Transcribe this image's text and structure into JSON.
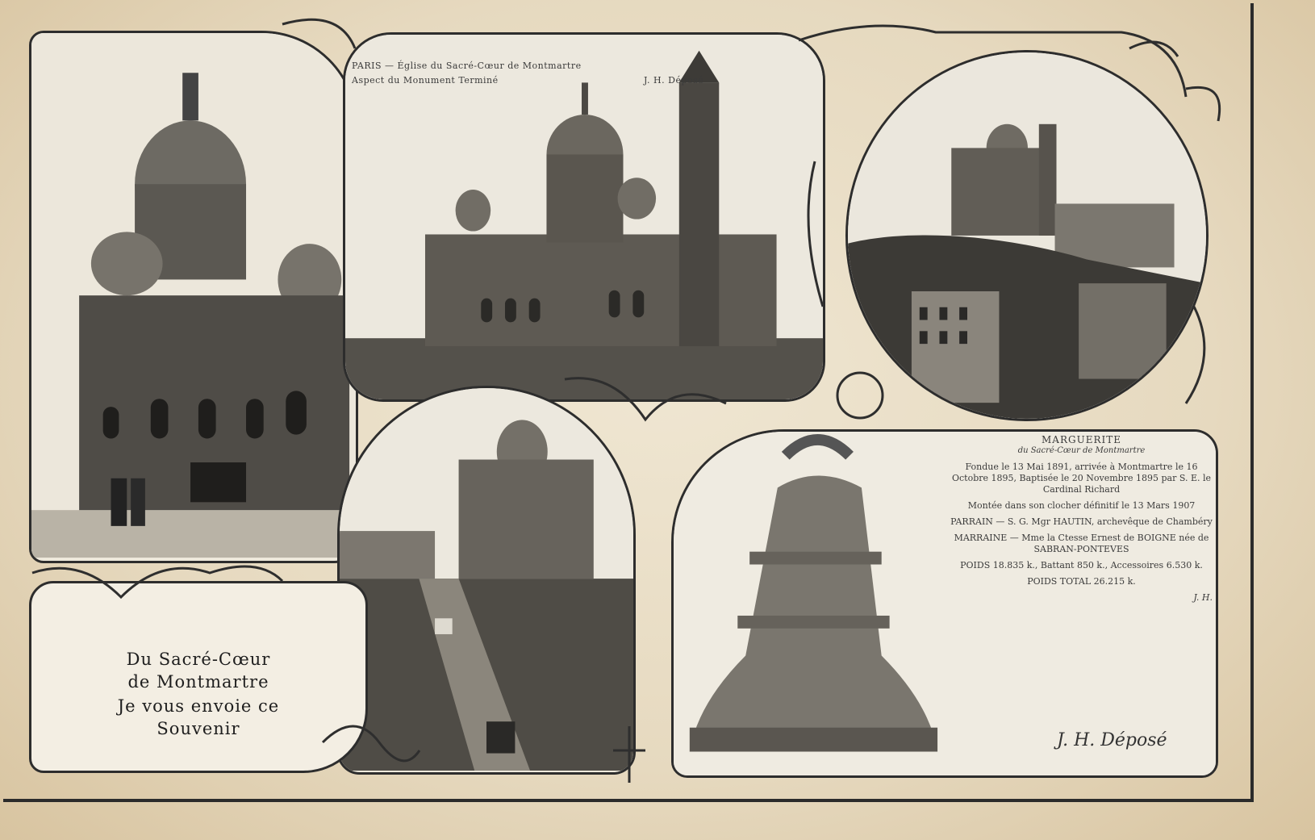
{
  "postcard": {
    "souvenir_text": [
      "Du Sacré-Cœur",
      "de Montmartre",
      "Je vous envoie ce",
      "Souvenir"
    ],
    "top_caption": {
      "line1": "PARIS — Église du Sacré-Cœur de Montmartre",
      "line2": "Aspect du Monument Terminé",
      "credit": "J. H. Déposé"
    },
    "bell_caption": {
      "title": "MARGUERITE",
      "subtitle": "du Sacré-Cœur de Montmartre",
      "p1": "Fondue le 13 Mai 1891, arrivée à Montmartre le 16 Octobre 1895, Baptisée le 20 Novembre 1895 par S. E. le Cardinal Richard",
      "p2": "Montée dans son clocher définitif le 13 Mars 1907",
      "p3": "PARRAIN — S. G. Mgr HAUTIN, archevêque de Chambéry",
      "p4": "MARRAINE — Mme la Ctesse Ernest de BOIGNE née de SABRAN-PONTEVES",
      "p5": "POIDS 18.835 k., Battant 850 k., Accessoires 6.530 k.",
      "p6": "POIDS TOTAL 26.215 k.",
      "mark": "J. H."
    },
    "signature": "J. H. Déposé"
  }
}
